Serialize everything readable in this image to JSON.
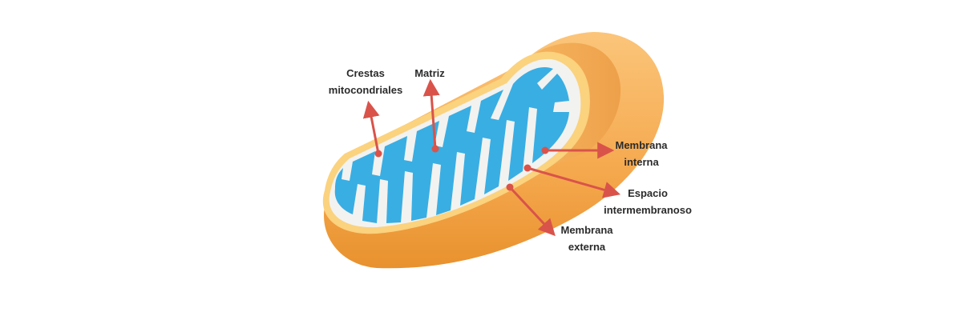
{
  "labels": {
    "crestas": {
      "line1": "Crestas",
      "line2": "mitocondriales"
    },
    "matriz": {
      "line1": "Matriz"
    },
    "membrana_interna": {
      "line1": "Membrana",
      "line2": "interna"
    },
    "espacio": {
      "line1": "Espacio",
      "line2": "intermembranoso"
    },
    "membrana_externa": {
      "line1": "Membrana",
      "line2": "externa"
    }
  },
  "colors": {
    "outer_membrane": "#f7b35c",
    "outer_membrane_shadow": "#e8912e",
    "inner_membrane": "#fbd27e",
    "intermembrane_space": "#ffffff",
    "matrix": "#39aee3",
    "arrow": "#d9534a",
    "text": "#2b2b2b"
  }
}
